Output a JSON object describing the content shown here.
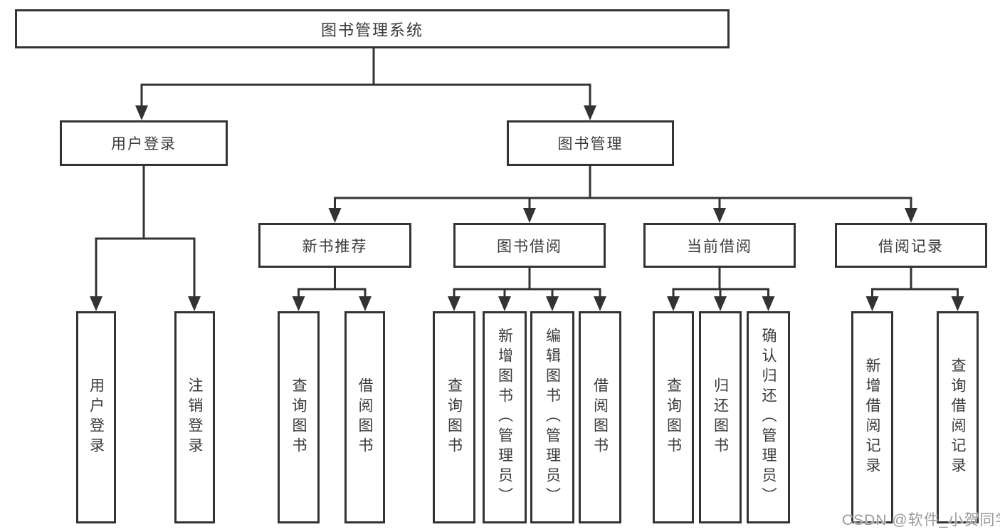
{
  "tree": {
    "label": "图书管理系统",
    "children": [
      {
        "label": "用户登录",
        "children": [
          {
            "label": "用户登录"
          },
          {
            "label": "注销登录"
          }
        ]
      },
      {
        "label": "图书管理",
        "children": [
          {
            "label": "新书推荐",
            "children": [
              {
                "label": "查询图书"
              },
              {
                "label": "借阅图书"
              }
            ]
          },
          {
            "label": "图书借阅",
            "children": [
              {
                "label": "查询图书"
              },
              {
                "label": "新增图书（管理员）"
              },
              {
                "label": "编辑图书（管理员）"
              },
              {
                "label": "借阅图书"
              }
            ]
          },
          {
            "label": "当前借阅",
            "children": [
              {
                "label": "查询图书"
              },
              {
                "label": "归还图书"
              },
              {
                "label": "确认归还（管理员）"
              }
            ]
          },
          {
            "label": "借阅记录",
            "children": [
              {
                "label": "新增借阅记录"
              },
              {
                "label": "查询借阅记录"
              }
            ]
          }
        ]
      }
    ]
  },
  "watermark": "CSDN @软件_小贺同学",
  "colors": {
    "line": "#333333",
    "text": "#3a3a3a",
    "watermark_text": "#9b9b9b",
    "background": "#ffffff"
  }
}
